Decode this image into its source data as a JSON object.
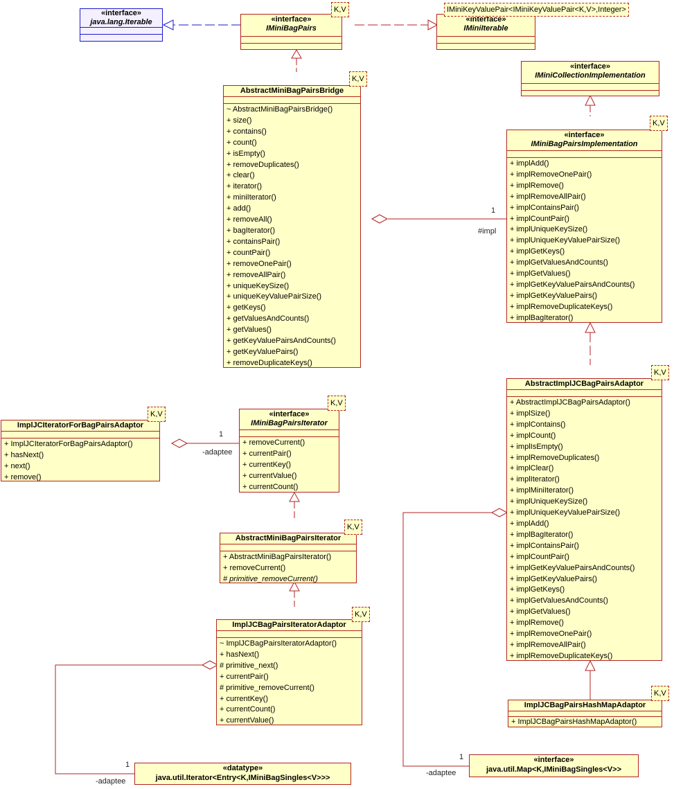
{
  "colors": {
    "box_fill": "#ffffc8",
    "box_border": "#b32222",
    "external_fill": "#f5f0ff",
    "external_border": "#1a1acc"
  },
  "classes": {
    "java_lang_iterable": {
      "stereotype": "«interface»",
      "name": "java.lang.Iterable"
    },
    "imini_bag_pairs": {
      "stereotype": "«interface»",
      "name": "IMiniBagPairs",
      "tparam": "K,V"
    },
    "imini_iterable": {
      "stereotype": "«interface»",
      "name": "IMiniIterable",
      "tparam": "IMiniKeyValuePair<IMiniKeyValuePair<K,V>,Integer>"
    },
    "imini_collection_impl": {
      "stereotype": "«interface»",
      "name": "IMiniCollectionImplementation"
    },
    "abstract_bridge": {
      "name": "AbstractMiniBagPairsBridge",
      "tparam": "K,V",
      "ops": [
        "~ AbstractMiniBagPairsBridge()",
        "+ size()",
        "+ contains()",
        "+ count()",
        "+ isEmpty()",
        "+ removeDuplicates()",
        "+ clear()",
        "+ iterator()",
        "+ miniIterator()",
        "+ add()",
        "+ removeAll()",
        "+ bagIterator()",
        "+ containsPair()",
        "+ countPair()",
        "+ removeOnePair()",
        "+ removeAllPair()",
        "+ uniqueKeySize()",
        "+ uniqueKeyValuePairSize()",
        "+ getKeys()",
        "+ getValuesAndCounts()",
        "+ getValues()",
        "+ getKeyValuePairsAndCounts()",
        "+ getKeyValuePairs()",
        "+ removeDuplicateKeys()"
      ]
    },
    "imini_bag_pairs_impl": {
      "stereotype": "«interface»",
      "name": "IMiniBagPairsImplementation",
      "tparam": "K,V",
      "ops": [
        "+ implAdd()",
        "+ implRemoveOnePair()",
        "+ implRemove()",
        "+ implRemoveAllPair()",
        "+ implContainsPair()",
        "+ implCountPair()",
        "+ implUniqueKeySize()",
        "+ implUniqueKeyValuePairSize()",
        "+ implGetKeys()",
        "+ implGetValuesAndCounts()",
        "+ implGetValues()",
        "+ implGetKeyValuePairsAndCounts()",
        "+ implGetKeyValuePairs()",
        "+ implRemoveDuplicateKeys()",
        "+ implBagIterator()"
      ]
    },
    "impl_jc_iterator_adaptor": {
      "name": "ImplJCIteratorForBagPairsAdaptor",
      "tparam": "K,V",
      "ops": [
        "+ ImplJCIteratorForBagPairsAdaptor()",
        "+ hasNext()",
        "+ next()",
        "+ remove()"
      ]
    },
    "imini_bag_pairs_iterator": {
      "stereotype": "«interface»",
      "name": "IMiniBagPairsIterator",
      "tparam": "K,V",
      "ops": [
        "+ removeCurrent()",
        "+ currentPair()",
        "+ currentKey()",
        "+ currentValue()",
        "+ currentCount()"
      ]
    },
    "abstract_iterator": {
      "name": "AbstractMiniBagPairsIterator",
      "tparam": "K,V",
      "ops": [
        "+ AbstractMiniBagPairsIterator()",
        "+ removeCurrent()",
        "# primitive_removeCurrent()"
      ]
    },
    "impl_jc_iterator": {
      "name": "ImplJCBagPairsIteratorAdaptor",
      "tparam": "K,V",
      "ops": [
        "~ ImplJCBagPairsIteratorAdaptor()",
        "+ hasNext()",
        "# primitive_next()",
        "+ currentPair()",
        "# primitive_removeCurrent()",
        "+ currentKey()",
        "+ currentCount()",
        "+ currentValue()"
      ]
    },
    "abstract_impl_adaptor": {
      "name": "AbstractImplJCBagPairsAdaptor",
      "tparam": "K,V",
      "ops": [
        "+ AbstractImplJCBagPairsAdaptor()",
        "+ implSize()",
        "+ implContains()",
        "+ implCount()",
        "+ implIsEmpty()",
        "+ implRemoveDuplicates()",
        "+ implClear()",
        "+ implIterator()",
        "+ implMiniIterator()",
        "+ implUniqueKeySize()",
        "+ implUniqueKeyValuePairSize()",
        "+ implAdd()",
        "+ implBagIterator()",
        "+ implContainsPair()",
        "+ implCountPair()",
        "+ implGetKeyValuePairsAndCounts()",
        "+ implGetKeyValuePairs()",
        "+ implGetKeys()",
        "+ implGetValuesAndCounts()",
        "+ implGetValues()",
        "+ implRemove()",
        "+ implRemoveOnePair()",
        "+ implRemoveAllPair()",
        "+ implRemoveDuplicateKeys()"
      ]
    },
    "impl_hashmap_adaptor": {
      "name": "ImplJCBagPairsHashMapAdaptor",
      "tparam": "K,V",
      "ops": [
        "+ ImplJCBagPairsHashMapAdaptor()"
      ]
    },
    "java_util_iterator": {
      "stereotype": "«datatype»",
      "name": "java.util.Iterator<Entry<K,IMiniBagSingles<V>>>"
    },
    "java_util_map": {
      "stereotype": "«interface»",
      "name": "java.util.Map<K,IMiniBagSingles<V>>"
    }
  },
  "labels": {
    "impl_mult": "1",
    "impl_role": "#impl",
    "iter_mult": "1",
    "iter_role": "-adaptee",
    "jui_mult": "1",
    "jui_role": "-adaptee",
    "map_mult": "1",
    "map_role": "-adaptee"
  }
}
